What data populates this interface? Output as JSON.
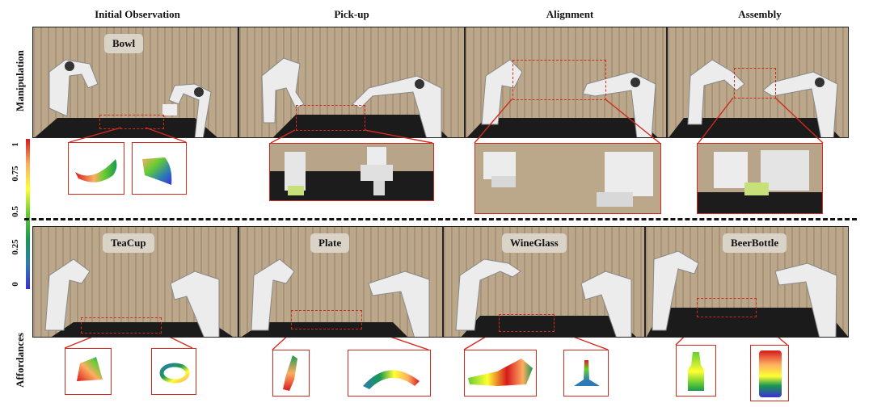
{
  "columns": [
    "Initial Observation",
    "Pick-up",
    "Alignment",
    "Assembly"
  ],
  "row_labels": {
    "top": "Manipulation",
    "bottom": "Affordances"
  },
  "colorbar": {
    "ticks": [
      "1",
      "0.75",
      "0.5",
      "0.25",
      "0"
    ]
  },
  "top_row": {
    "object_label": "Bowl"
  },
  "bottom_row": {
    "objects": [
      "TeaCup",
      "Plate",
      "WineGlass",
      "BeerBottle"
    ]
  },
  "colors": {
    "highlight": "#d12a1f",
    "wall": "#b8a488",
    "table": "#1c1c1c",
    "robot": "#ececec"
  }
}
